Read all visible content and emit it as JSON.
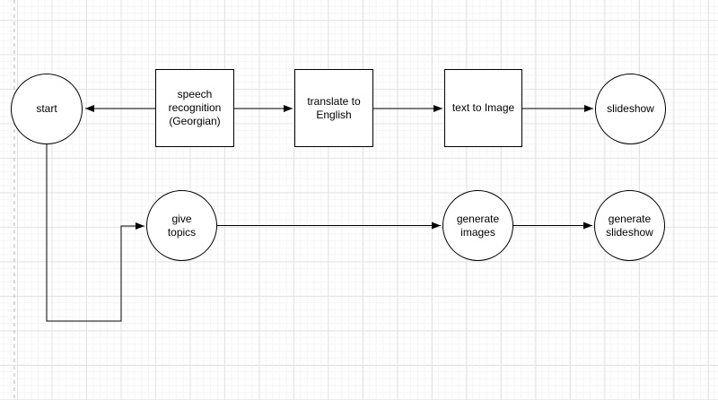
{
  "diagram": {
    "nodes": {
      "start": {
        "label": "start",
        "shape": "ellipse"
      },
      "speech_recognition": {
        "label": "speech\nrecognition\n(Georgian)",
        "shape": "rectangle"
      },
      "translate": {
        "label": "translate to\nEnglish",
        "shape": "rectangle"
      },
      "text_to_image": {
        "label": "text to Image",
        "shape": "rectangle"
      },
      "slideshow": {
        "label": "slideshow",
        "shape": "ellipse"
      },
      "give_topics": {
        "label": "give\ntopics",
        "shape": "ellipse"
      },
      "generate_images": {
        "label": "generate\nimages",
        "shape": "ellipse"
      },
      "generate_slideshow": {
        "label": "generate\nslideshow",
        "shape": "ellipse"
      }
    },
    "edges": [
      {
        "from": "speech_recognition",
        "to": "start"
      },
      {
        "from": "speech_recognition",
        "to": "translate"
      },
      {
        "from": "translate",
        "to": "text_to_image"
      },
      {
        "from": "text_to_image",
        "to": "slideshow"
      },
      {
        "from": "start",
        "to": "give_topics"
      },
      {
        "from": "give_topics",
        "to": "generate_images"
      },
      {
        "from": "generate_images",
        "to": "generate_slideshow"
      }
    ],
    "colors": {
      "shape_fill": "#ffffff",
      "shape_stroke": "#000000",
      "connector": "#000000",
      "grid_minor": "#f5f5f5",
      "grid_major": "#e4e4e4",
      "page_boundary": "#b5b5b5",
      "canvas_background": "#ffffff"
    }
  }
}
